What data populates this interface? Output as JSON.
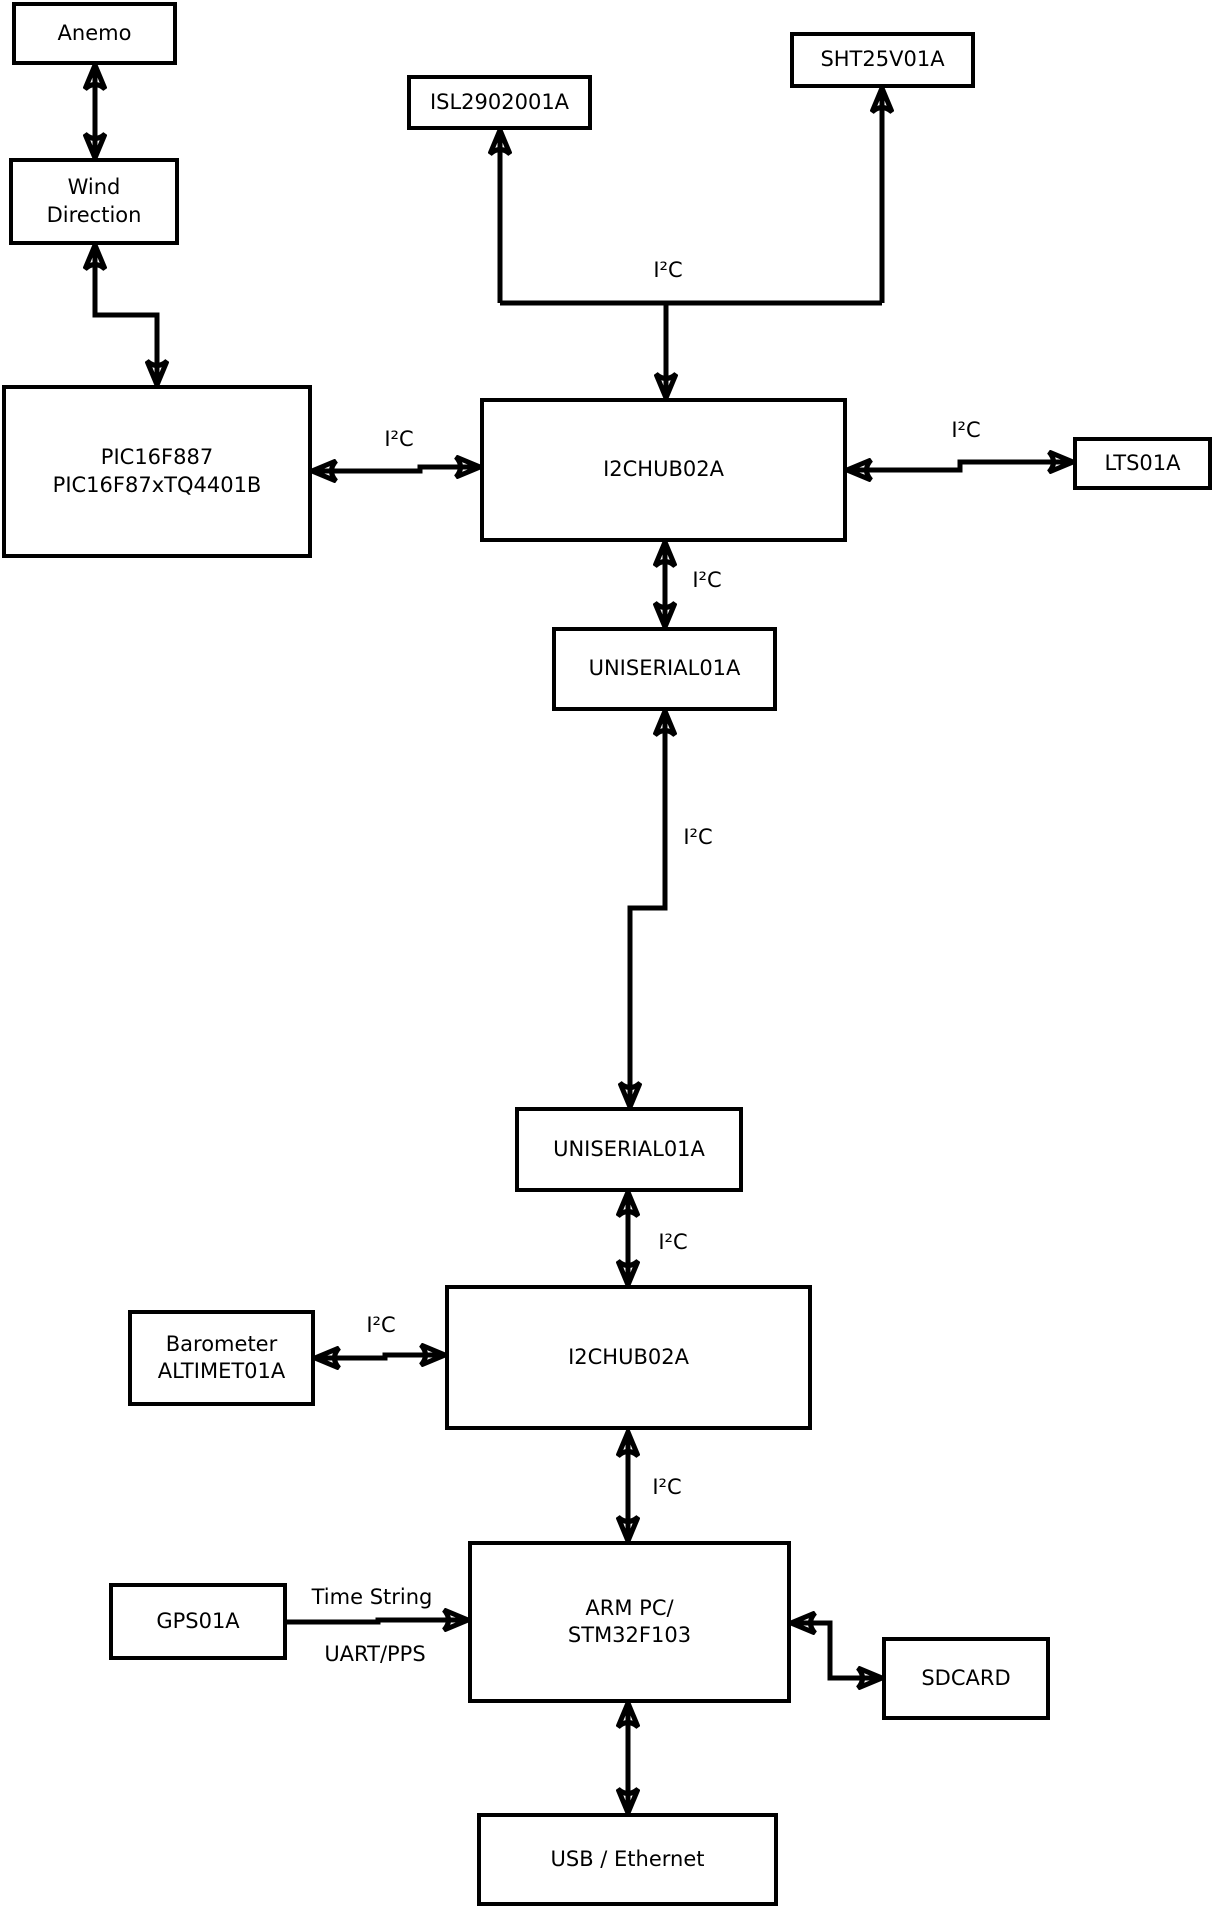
{
  "diagram": {
    "title": "Weather station I2C bus block diagram",
    "background_color": "#ffffff",
    "stroke_color": "#000000",
    "box_fill_color": "#ffffff"
  },
  "nodes": {
    "anemo": {
      "label": "Anemo"
    },
    "wind_direction": {
      "label": "Wind\nDirection"
    },
    "isl": {
      "label": "ISL2902001A"
    },
    "sht": {
      "label": "SHT25V01A"
    },
    "pic": {
      "label": "PIC16F887\nPIC16F87xTQ4401B"
    },
    "hub1": {
      "label": "I2CHUB02A"
    },
    "lts": {
      "label": "LTS01A"
    },
    "uniserial_top": {
      "label": "UNISERIAL01A"
    },
    "uniserial_bottom": {
      "label": "UNISERIAL01A"
    },
    "hub2": {
      "label": "I2CHUB02A"
    },
    "barometer": {
      "label": "Barometer\nALTIMET01A"
    },
    "arm": {
      "label": "ARM PC/\nSTM32F103"
    },
    "gps": {
      "label": "GPS01A"
    },
    "sdcard": {
      "label": "SDCARD"
    },
    "usb": {
      "label": "USB / Ethernet"
    }
  },
  "edge_labels": {
    "bus_top": "I²C",
    "pic_hub1": "I²C",
    "hub1_lts": "I²C",
    "hub1_uniserial": "I²C",
    "uniserial_uniserial": "I²C",
    "uniserial_hub2": "I²C",
    "barometer_hub2": "I²C",
    "hub2_arm": "I²C",
    "gps_arm_top": "Time String",
    "gps_arm_bottom": "UART/PPS"
  }
}
